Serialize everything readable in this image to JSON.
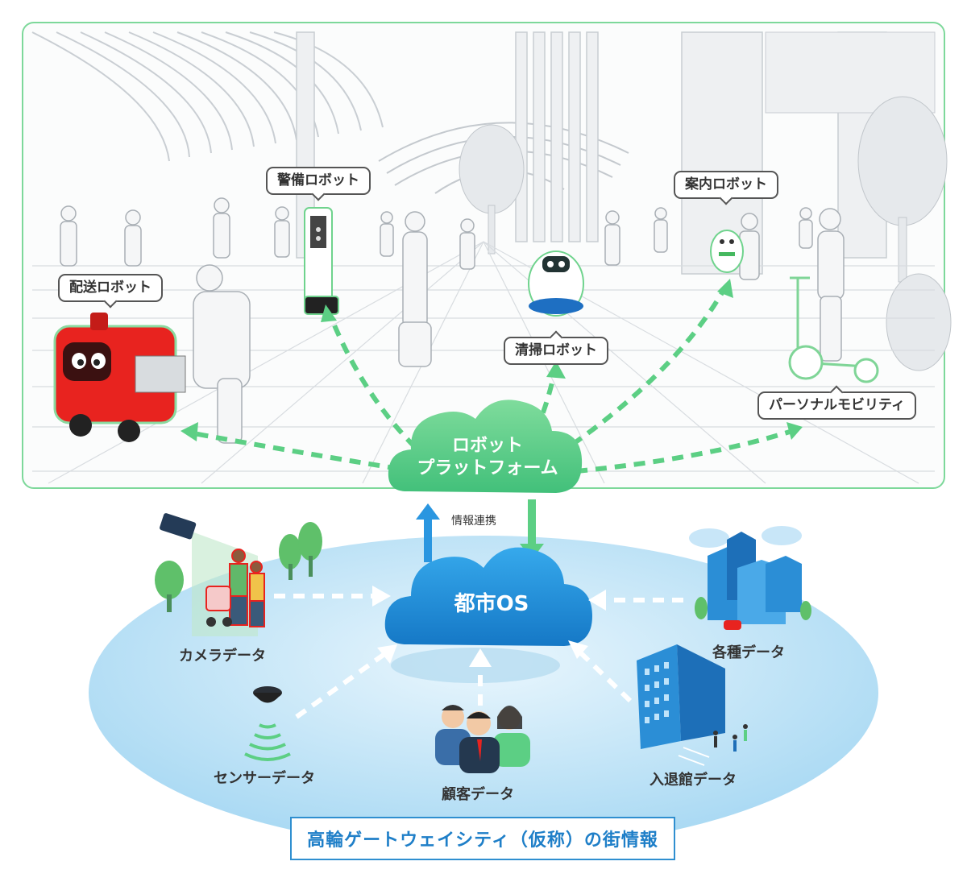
{
  "scene": {
    "robots": [
      {
        "id": "delivery",
        "label": "配送ロボット"
      },
      {
        "id": "security",
        "label": "警備ロボット"
      },
      {
        "id": "cleaning",
        "label": "清掃ロボット"
      },
      {
        "id": "guide",
        "label": "案内ロボット"
      },
      {
        "id": "mobility",
        "label": "パーソナルモビリティ"
      }
    ]
  },
  "platform_cloud": {
    "line1": "ロボット",
    "line2": "プラットフォーム",
    "color": "#5ccf84"
  },
  "link_label": "情報連携",
  "city_os_cloud": {
    "label": "都市OS",
    "color": "#1e8fd8"
  },
  "data_sources": [
    {
      "id": "camera",
      "label": "カメラデータ",
      "icon": "camera-icon"
    },
    {
      "id": "sensor",
      "label": "センサーデータ",
      "icon": "sensor-icon"
    },
    {
      "id": "customer",
      "label": "顧客データ",
      "icon": "people-icon"
    },
    {
      "id": "entry",
      "label": "入退館データ",
      "icon": "building-icon"
    },
    {
      "id": "various",
      "label": "各種データ",
      "icon": "city-icon"
    }
  ],
  "footer_title": "高輪ゲートウェイシティ（仮称）の街情報",
  "colors": {
    "green_arrow": "#5ccf84",
    "panel_border": "#7dd89a",
    "ellipse": "#cfeaf8",
    "red_robot": "#e8231f"
  }
}
